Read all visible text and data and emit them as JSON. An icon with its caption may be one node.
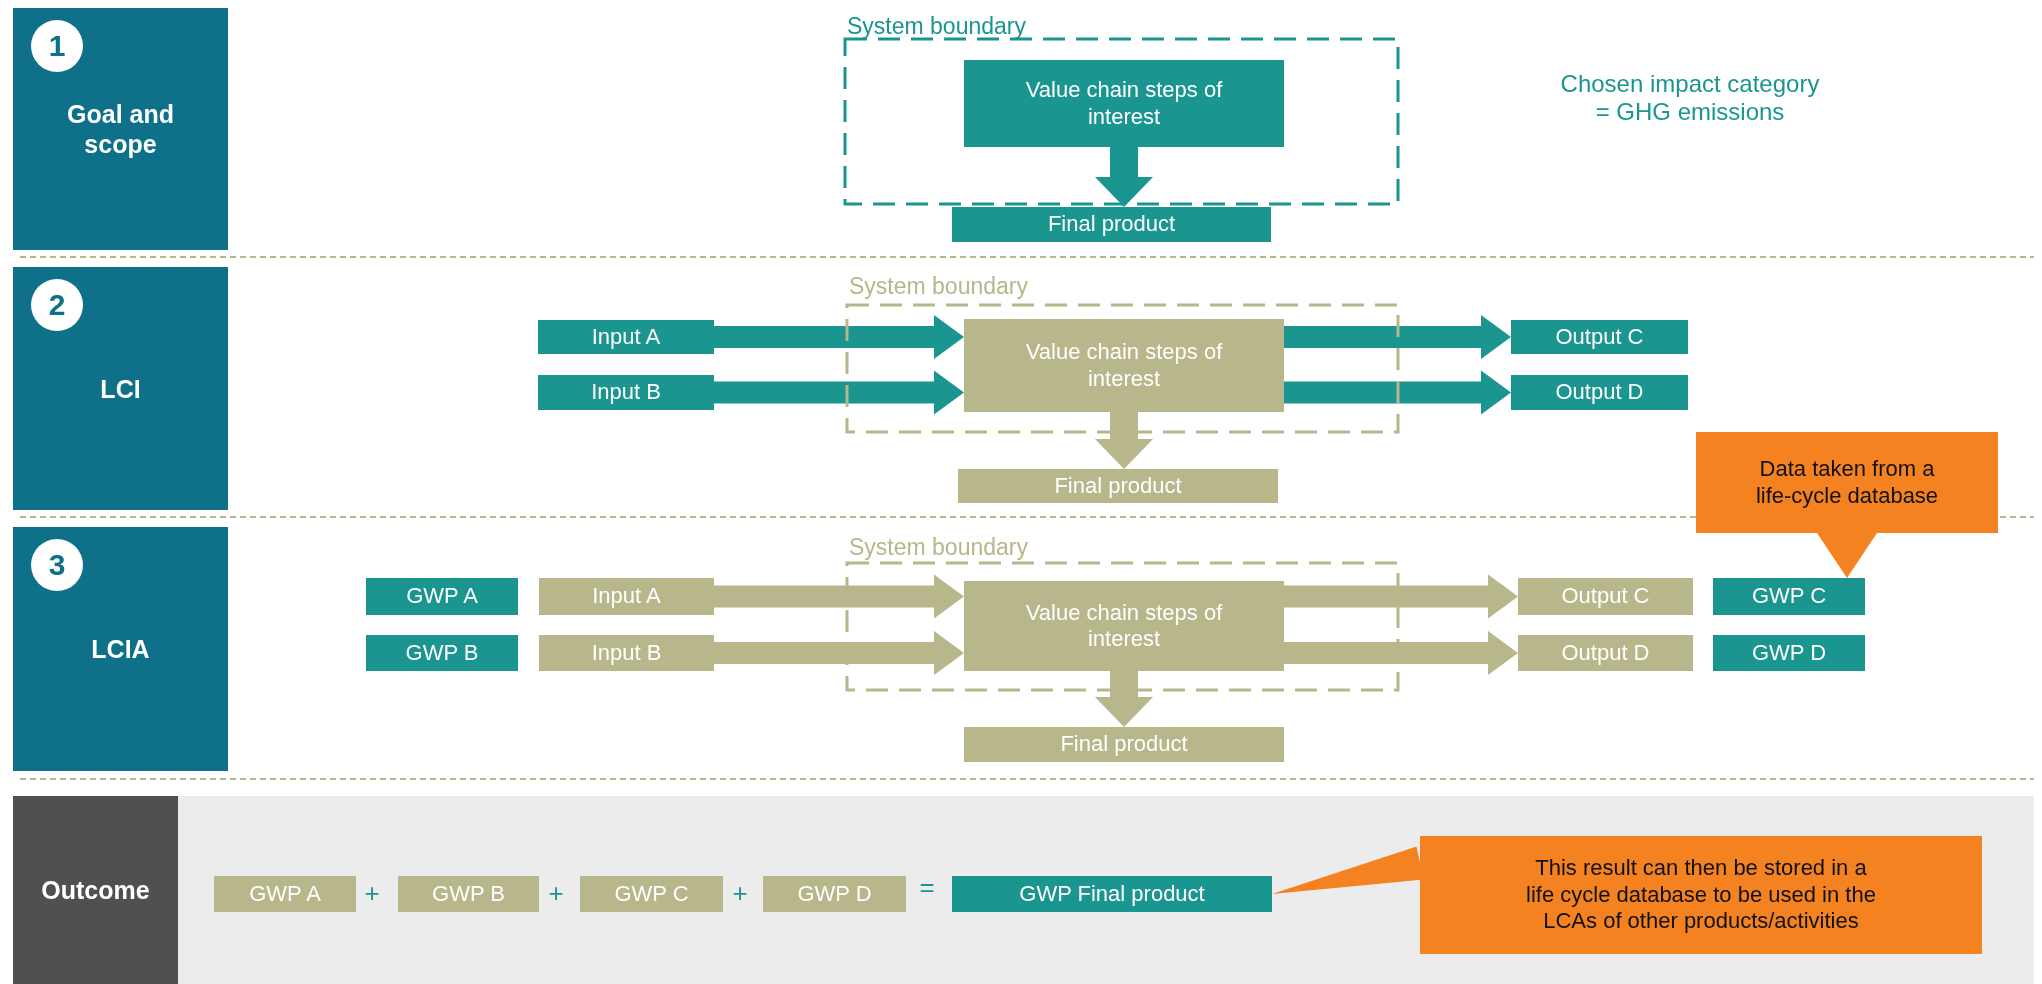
{
  "diagram": {
    "nodes": [
      {
        "text": [
          "1",
          "Goal and scope"
        ]
      },
      {
        "text": [
          "System boundary"
        ]
      },
      {
        "text": [
          "Value chain steps of interest"
        ],
        "in": 1
      },
      {
        "text": [
          "Final product"
        ]
      },
      {
        "text": [
          "2",
          "LCI"
        ]
      },
      {
        "text": [
          "Input A"
        ]
      },
      {
        "text": [
          "Input B"
        ]
      },
      {
        "text": [
          "System boundary"
        ]
      },
      {
        "text": [
          "Value chain steps of interest"
        ],
        "in": 7
      },
      {
        "text": [
          "Output C"
        ]
      },
      {
        "text": [
          "Output D"
        ]
      },
      {
        "text": [
          "Final product"
        ]
      },
      {
        "text": [
          "Data taken from a life-cycle database"
        ]
      },
      {
        "text": [
          "3",
          "LCIA"
        ]
      },
      {
        "text": [
          "GWP  A"
        ]
      },
      {
        "text": [
          "Input A"
        ]
      },
      {
        "text": [
          "GWP  B"
        ]
      },
      {
        "text": [
          "Input B"
        ]
      },
      {
        "text": [
          "System boundary"
        ]
      },
      {
        "text": [
          "Value chain steps of interest"
        ],
        "in": 18
      },
      {
        "text": [
          "Output C"
        ]
      },
      {
        "text": [
          "GWP  C"
        ]
      },
      {
        "text": [
          "Output D"
        ]
      },
      {
        "text": [
          "GWP  D"
        ]
      },
      {
        "text": [
          "Final product"
        ]
      },
      {
        "text": [
          "Outcome"
        ]
      },
      {
        "text": [
          "GWP A"
        ]
      },
      {
        "text": [
          "GWP B"
        ]
      },
      {
        "text": [
          "GWP C"
        ]
      },
      {
        "text": [
          "GWP D"
        ]
      },
      {
        "text": [
          "GWP Final product"
        ]
      },
      {
        "text": [
          "This result can then be stored in a life cycle database to be used in the LCAs of other products/activities"
        ]
      }
    ],
    "edges": [
      {
        "from": 2,
        "to": 3,
        "arrow": "to",
        "color": "#1a9590"
      },
      {
        "from": 5,
        "to": 8,
        "arrow": "to",
        "color": "#1a9590"
      },
      {
        "from": 6,
        "to": 8,
        "arrow": "to",
        "color": "#1a9590"
      },
      {
        "from": 8,
        "to": 9,
        "arrow": "to",
        "color": "#1a9590"
      },
      {
        "from": 8,
        "to": 10,
        "arrow": "to",
        "color": "#1a9590"
      },
      {
        "from": 8,
        "to": 11,
        "arrow": "to",
        "color": "#b8b68b"
      },
      {
        "from": 12,
        "to": 21,
        "arrow": "to",
        "color": "#f58220"
      },
      {
        "from": 15,
        "to": 19,
        "arrow": "to",
        "color": "#b8b68b"
      },
      {
        "from": 17,
        "to": 19,
        "arrow": "to",
        "color": "#b8b68b"
      },
      {
        "from": 19,
        "to": 20,
        "arrow": "to",
        "color": "#b8b68b"
      },
      {
        "from": 19,
        "to": 22,
        "arrow": "to",
        "color": "#b8b68b"
      },
      {
        "from": 19,
        "to": 24,
        "arrow": "to",
        "color": "#b8b68b"
      },
      {
        "from": 31,
        "to": 30,
        "arrow": "to",
        "color": "#f58220"
      }
    ],
    "labels": [
      "Chosen impact category = GHG emissions",
      "+",
      "+",
      "+",
      "="
    ]
  }
}
